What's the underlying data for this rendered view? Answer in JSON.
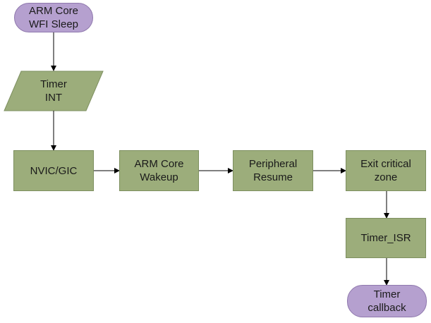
{
  "diagram": {
    "nodes": {
      "start": {
        "label": "ARM Core\nWFI Sleep",
        "shape": "terminal"
      },
      "timer_int": {
        "label": "Timer\nINT",
        "shape": "parallelogram"
      },
      "nvic_gic": {
        "label": "NVIC/GIC",
        "shape": "process"
      },
      "arm_wakeup": {
        "label": "ARM Core\nWakeup",
        "shape": "process"
      },
      "peripheral_resume": {
        "label": "Peripheral\nResume",
        "shape": "process"
      },
      "exit_critical": {
        "label": "Exit critical\nzone",
        "shape": "process"
      },
      "timer_isr": {
        "label": "Timer_ISR",
        "shape": "process"
      },
      "timer_callback": {
        "label": "Timer\ncallback",
        "shape": "terminal"
      }
    },
    "edges": [
      {
        "from": "start",
        "to": "timer_int"
      },
      {
        "from": "timer_int",
        "to": "nvic_gic"
      },
      {
        "from": "nvic_gic",
        "to": "arm_wakeup"
      },
      {
        "from": "arm_wakeup",
        "to": "peripheral_resume"
      },
      {
        "from": "peripheral_resume",
        "to": "exit_critical"
      },
      {
        "from": "exit_critical",
        "to": "timer_isr"
      },
      {
        "from": "timer_isr",
        "to": "timer_callback"
      }
    ],
    "colors": {
      "process_fill": "#9cad7b",
      "terminal_fill": "#b5a0cf",
      "arrow": "#000000"
    }
  }
}
